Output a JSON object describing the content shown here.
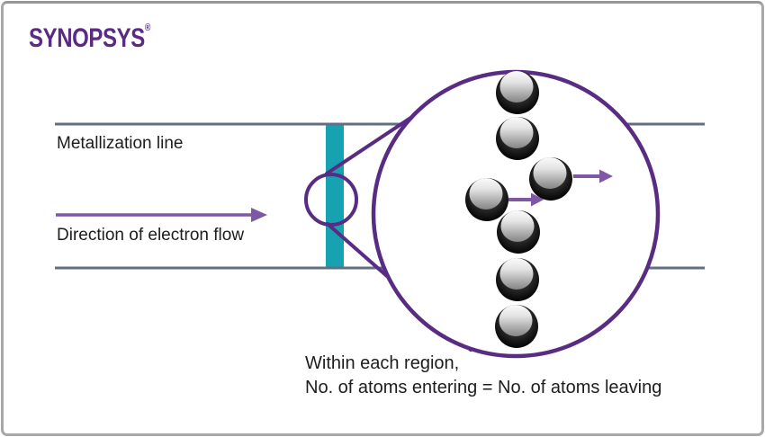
{
  "header": {
    "logo_text": "SYNOPSYS",
    "logo_reg_mark": "®"
  },
  "labels": {
    "metallization_line": "Metallization line",
    "electron_flow": "Direction of electron flow"
  },
  "caption": {
    "line1": "Within each region,",
    "line2": "No. of atoms entering = No. of atoms leaving"
  },
  "diagram": {
    "atom_count": 7,
    "colors": {
      "synopsys_purple": "#5a2b82",
      "outline_purple": "#582c83",
      "arrow_purple": "#7e57a5",
      "teal_region": "#17a2b2",
      "metal_line_gray": "#646e82",
      "text_dark": "#1d1d1d",
      "frame_gray": "#a8a8a8"
    }
  }
}
